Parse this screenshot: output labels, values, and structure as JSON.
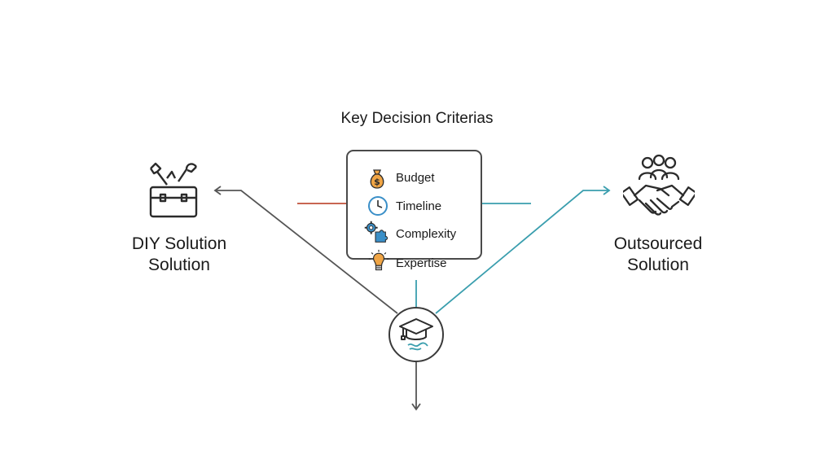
{
  "diagram": {
    "title": "Key Decision Criterias",
    "criteria": [
      {
        "label": "Budget",
        "icon": "money-bag-icon"
      },
      {
        "label": "Timeline",
        "icon": "clock-icon"
      },
      {
        "label": "Complexity",
        "icon": "gears-puzzle-icon"
      },
      {
        "label": "Expertise",
        "icon": "lightbulb-icon"
      }
    ],
    "left_option": {
      "line1": "DIY Solution",
      "line2": "Solution",
      "icon": "toolbox-icon"
    },
    "right_option": {
      "line1": "Outsourced",
      "line2": "Solution",
      "icon": "team-handshake-icon"
    },
    "hub_icon": "graduation-cap-icon",
    "colors": {
      "left_accent": "#c0503a",
      "right_accent": "#3a9eae",
      "neutral_line": "#555555",
      "icon_orange": "#f0a545",
      "icon_blue": "#3a8fc8"
    }
  }
}
